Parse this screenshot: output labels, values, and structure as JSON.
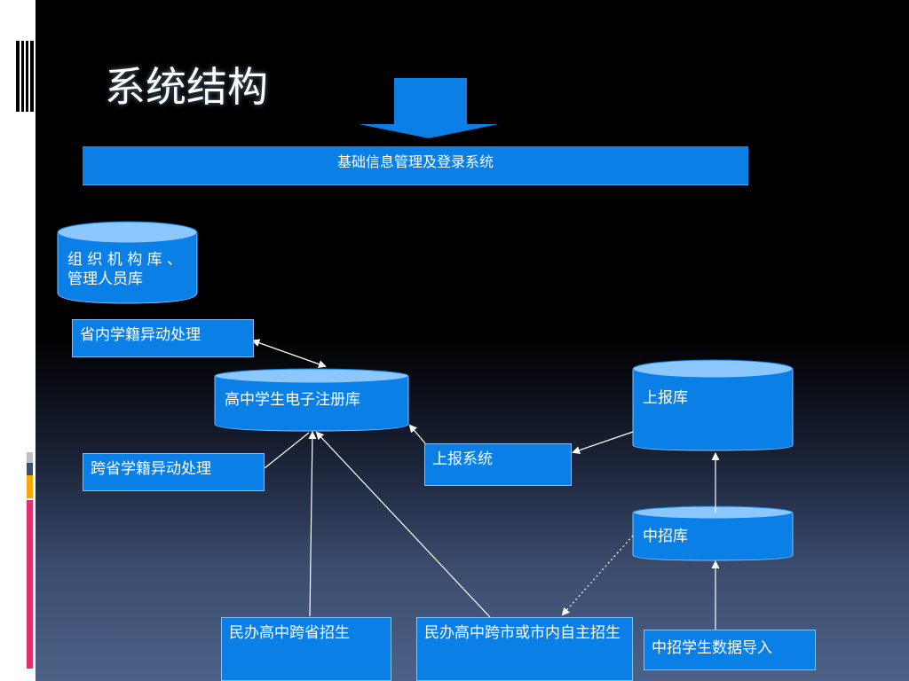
{
  "slide": {
    "title": "系统结构",
    "accent_colors": [
      "#c0c0c0",
      "#3b4c6e",
      "#f5a800",
      "#e0306b"
    ]
  },
  "diagram": {
    "top_system": "基础信息管理及登录系统",
    "databases": {
      "org_db": "组 织 机 构 库 、 管理人员库",
      "student_db": "高中学生电子注册库",
      "report_db": "上报库",
      "enroll_db": "中招库"
    },
    "boxes": {
      "in_province": "省内学籍异动处理",
      "cross_province": "跨省学籍异动处理",
      "report_system": "上报系统",
      "private_cross_province": "民办高中跨省招生",
      "private_cross_city": "民办高中跨市或市内自主招生",
      "enroll_import": "中招学生数据导入"
    },
    "colors": {
      "node_fill": "#0a7fe6",
      "db_top": "#8cc8ff",
      "arrow": "#ffffff"
    }
  }
}
